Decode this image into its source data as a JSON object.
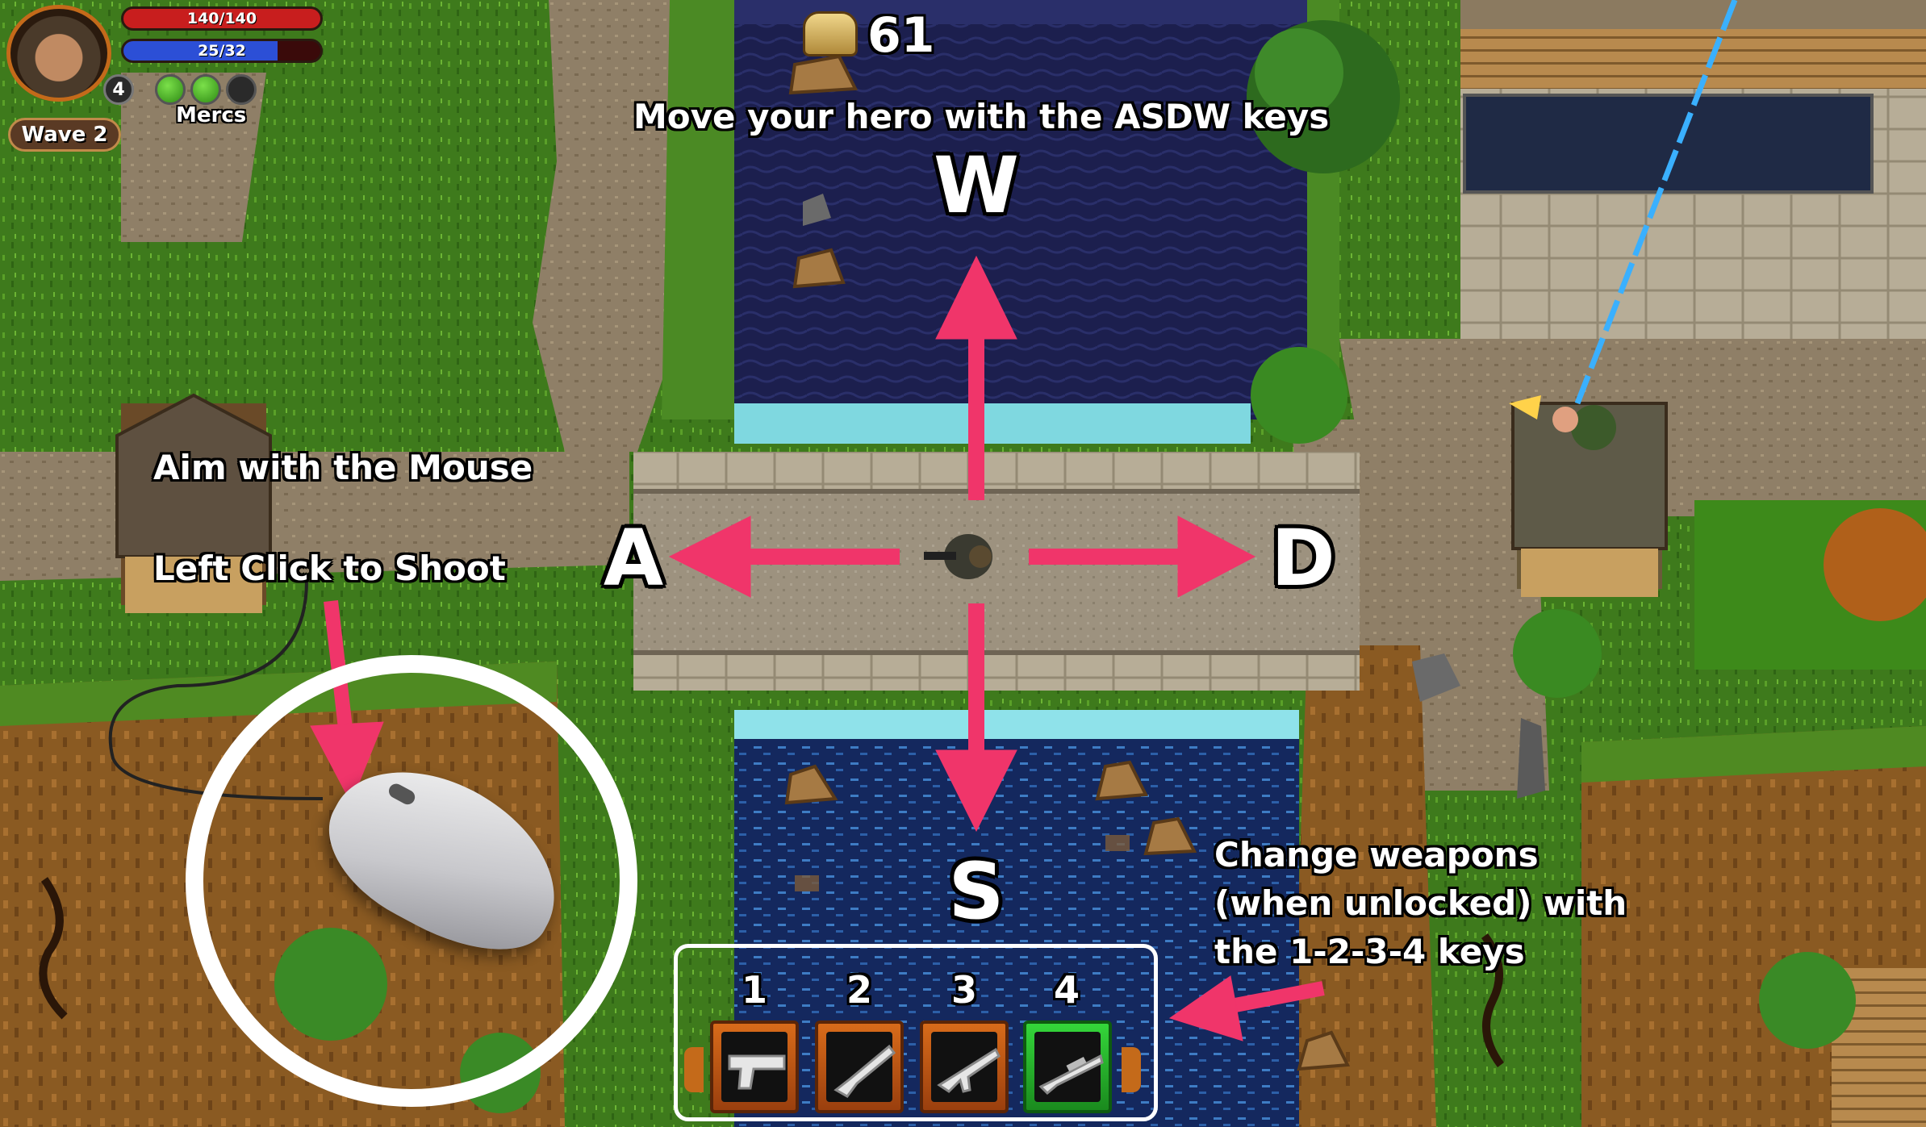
{
  "hud": {
    "health": {
      "current": 140,
      "max": 140,
      "label": "140/140",
      "color": "#c81e1e"
    },
    "energy": {
      "current": 25,
      "max": 32,
      "label": "25/32",
      "color": "#2c4fd6"
    },
    "level": "4",
    "mercs_label": "Mercs",
    "mercs_slots": [
      {
        "filled": true
      },
      {
        "filled": true
      },
      {
        "filled": false
      }
    ],
    "wave_label": "Wave 2",
    "coins": "61"
  },
  "tutorial": {
    "move_title": "Move your hero with the ASDW keys",
    "keys": {
      "up": "W",
      "left": "A",
      "right": "D",
      "down": "S"
    },
    "aim_text": "Aim with the Mouse",
    "shoot_text": "Left Click to Shoot",
    "weapons_text_lines": [
      "Change weapons",
      "(when unlocked) with",
      "the 1-2-3-4 keys"
    ]
  },
  "weapons": [
    {
      "key": "1",
      "name": "pistol-icon",
      "active": false
    },
    {
      "key": "2",
      "name": "shotgun-icon",
      "active": false
    },
    {
      "key": "3",
      "name": "rifle-icon",
      "active": false
    },
    {
      "key": "4",
      "name": "sniper-icon",
      "active": true
    }
  ],
  "colors": {
    "arrow": "#f0356a",
    "grass": "#3e7a1c",
    "water": "#1c1f4e",
    "dirt": "#8a6a3e",
    "bridge": "#a39886",
    "health": "#c81e1e",
    "energy": "#2c4fd6",
    "weapon_slot": "#d86b1a",
    "weapon_slot_active": "#34d63a"
  }
}
